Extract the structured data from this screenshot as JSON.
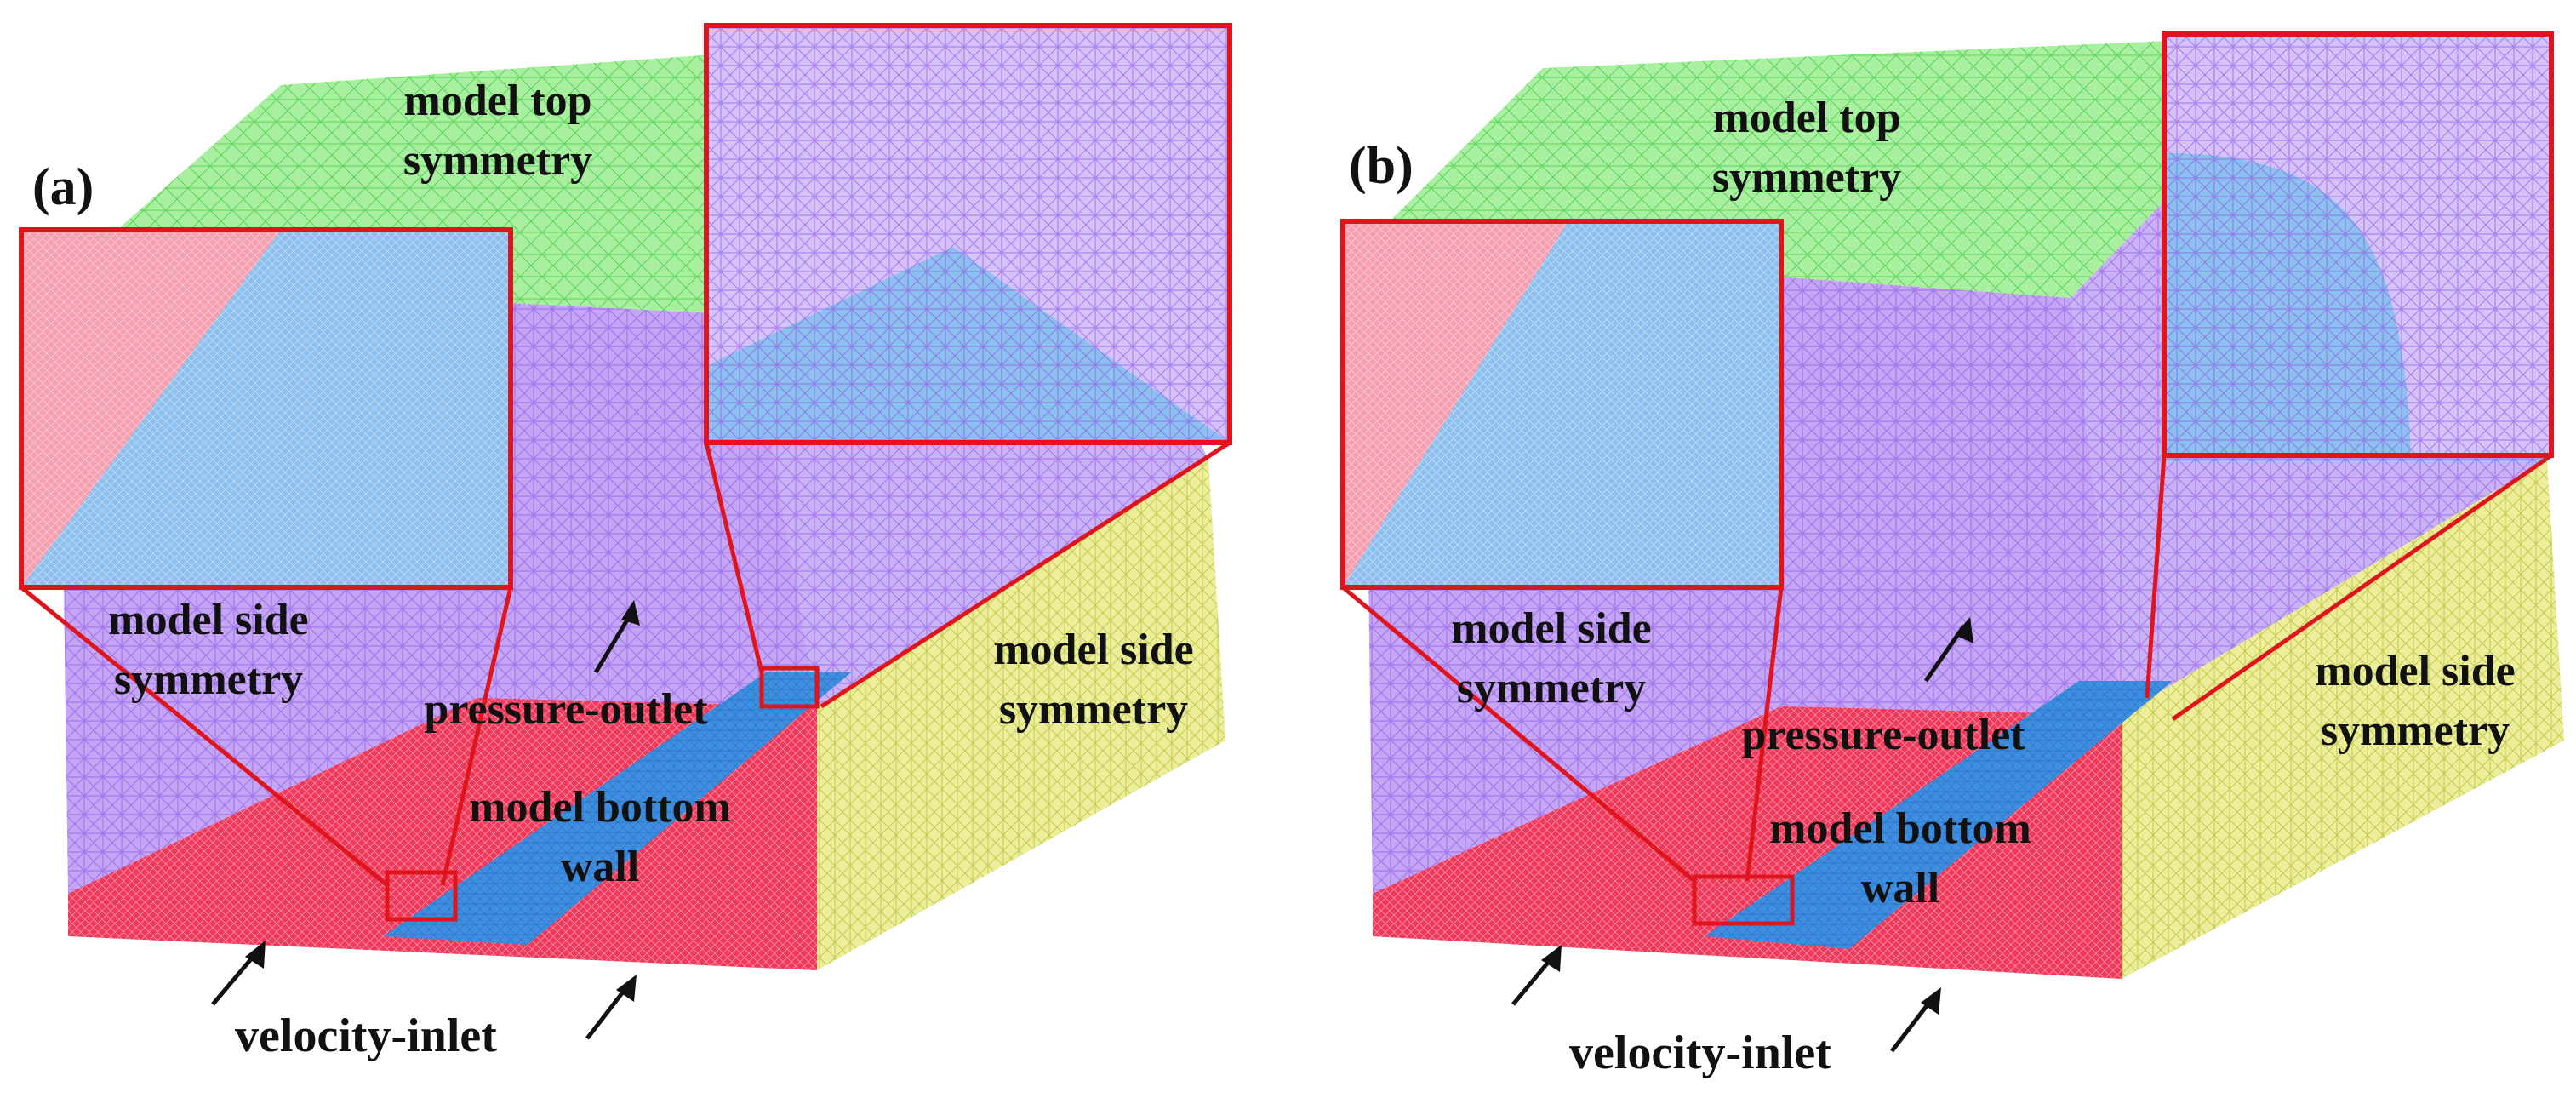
{
  "figure": {
    "panels": [
      {
        "tag": "(a)",
        "labels": {
          "top_line1": "model top",
          "top_line2": "symmetry",
          "left_side_line1": "model side",
          "left_side_line2": "symmetry",
          "right_side_line1": "model side",
          "right_side_line2": "symmetry",
          "outlet": "pressure-outlet",
          "bottom_line1": "model bottom",
          "bottom_line2": "wall",
          "inlet": "velocity-inlet"
        },
        "insets": [
          "bank corner mesh detail",
          "outlet corner mesh detail"
        ]
      },
      {
        "tag": "(b)",
        "labels": {
          "top_line1": "model top",
          "top_line2": "symmetry",
          "left_side_line1": "model side",
          "left_side_line2": "symmetry",
          "right_side_line1": "model side",
          "right_side_line2": "symmetry",
          "outlet": "pressure-outlet",
          "bottom_line1": "model bottom",
          "bottom_line2": "wall",
          "inlet": "velocity-inlet"
        }
      }
    ],
    "colors": {
      "top": "#7fe37a",
      "side": "#a070f0",
      "right_side": "#d8e070",
      "inlet": "#f0385a",
      "wall": "#3f8fe0",
      "inset_frame": "#e0141c",
      "arrow": "#111111"
    }
  }
}
